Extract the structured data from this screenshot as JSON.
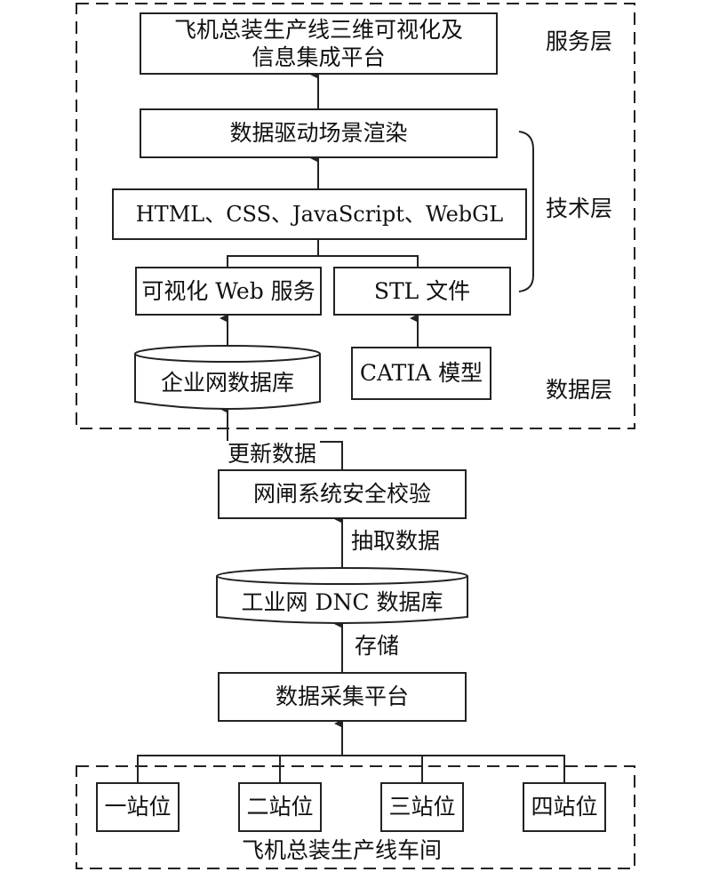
{
  "layers": {
    "service": "服务层",
    "tech": "技术层",
    "data": "数据层"
  },
  "nodes": {
    "platform_line1": "飞机总装生产线三维可视化及",
    "platform_line2": "信息集成平台",
    "render": "数据驱动场景渲染",
    "web_tech": "HTML、CSS、JavaScript、WebGL",
    "vis_web": "可视化 Web 服务",
    "stl": "STL 文件",
    "enterprise_db": "企业网数据库",
    "catia": "CATIA 模型",
    "gate": "网闸系统安全校验",
    "dnc_db": "工业网 DNC 数据库",
    "collect": "数据采集平台",
    "station1": "一站位",
    "station2": "二站位",
    "station3": "三站位",
    "station4": "四站位",
    "workshop": "飞机总装生产线车间"
  },
  "edges": {
    "update": "更新数据",
    "extract": "抽取数据",
    "store": "存储"
  }
}
